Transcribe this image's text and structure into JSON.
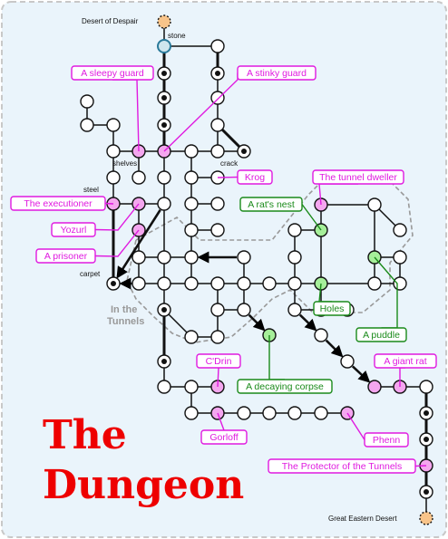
{
  "title_line1": "The",
  "title_line2": "Dungeon",
  "endpoints": {
    "north": "Desert of Despair",
    "south": "Great Eastern Desert"
  },
  "region_label": "In the Tunnels",
  "small_labels": [
    "stone",
    "shelves",
    "crack",
    "steel",
    "carpet"
  ],
  "characters": [
    "A sleepy guard",
    "A stinky guard",
    "Krog",
    "The executioner",
    "Yozurl",
    "A prisoner",
    "The tunnel dweller",
    "C'Drin",
    "A giant rat",
    "Gorloff",
    "Phenn",
    "The Protector of the Tunnels"
  ],
  "objects": [
    "A rat's nest",
    "Holes",
    "A puddle",
    "A decaying corpse"
  ],
  "colors": {
    "background": "#eaf4fb",
    "border": "#c8c8c8",
    "character": "#e01ae0",
    "character_fill": "#f4a6ef",
    "object": "#1a8a1a",
    "object_fill": "#a6ef9a",
    "title": "#ee0000",
    "exit_fill": "#f8c48a",
    "region": "#999999"
  }
}
